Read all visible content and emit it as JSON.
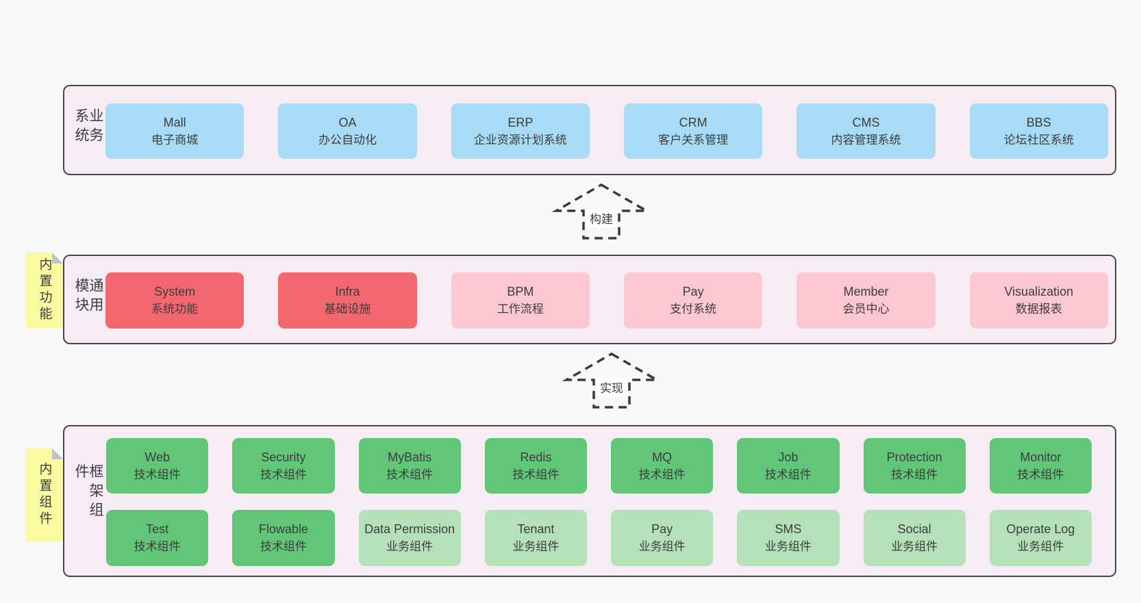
{
  "page": {
    "background": "#f8f8f8"
  },
  "palette": {
    "panel_bg": "#f6edf4",
    "panel_border": "#474747",
    "blue": "#a8dbf5",
    "red": "#f3686e",
    "pink": "#fbc7d1",
    "green": "#61c677",
    "light_green": "#b4e1ba",
    "sticky_yellow": "#fafaa0",
    "sticky_fold": "#c3c3c3",
    "text": "#3d3d3d",
    "arrow_stroke": "#3a3a3a"
  },
  "sections": [
    {
      "label": "业务系统",
      "sticky": null,
      "rows": [
        [
          {
            "name": "Mall",
            "subtitle": "电子商城",
            "variant": "blue"
          },
          {
            "name": "OA",
            "subtitle": "办公自动化",
            "variant": "blue"
          },
          {
            "name": "ERP",
            "subtitle": "企业资源计划系统",
            "variant": "blue"
          },
          {
            "name": "CRM",
            "subtitle": "客户关系管理",
            "variant": "blue"
          },
          {
            "name": "CMS",
            "subtitle": "内容管理系统",
            "variant": "blue"
          },
          {
            "name": "BBS",
            "subtitle": "论坛社区系统",
            "variant": "blue"
          }
        ]
      ]
    },
    {
      "label": "通用模块",
      "sticky": "内置功能",
      "rows": [
        [
          {
            "name": "System",
            "subtitle": "系统功能",
            "variant": "red"
          },
          {
            "name": "Infra",
            "subtitle": "基础设施",
            "variant": "red"
          },
          {
            "name": "BPM",
            "subtitle": "工作流程",
            "variant": "pink"
          },
          {
            "name": "Pay",
            "subtitle": "支付系统",
            "variant": "pink"
          },
          {
            "name": "Member",
            "subtitle": "会员中心",
            "variant": "pink"
          },
          {
            "name": "Visualization",
            "subtitle": "数据报表",
            "variant": "pink"
          }
        ]
      ]
    },
    {
      "label": "框架组件",
      "sticky": "内置组件",
      "rows": [
        [
          {
            "name": "Web",
            "subtitle": "技术组件",
            "variant": "green"
          },
          {
            "name": "Security",
            "subtitle": "技术组件",
            "variant": "green"
          },
          {
            "name": "MyBatis",
            "subtitle": "技术组件",
            "variant": "green"
          },
          {
            "name": "Redis",
            "subtitle": "技术组件",
            "variant": "green"
          },
          {
            "name": "MQ",
            "subtitle": "技术组件",
            "variant": "green"
          },
          {
            "name": "Job",
            "subtitle": "技术组件",
            "variant": "green"
          },
          {
            "name": "Protection",
            "subtitle": "技术组件",
            "variant": "green"
          },
          {
            "name": "Monitor",
            "subtitle": "技术组件",
            "variant": "green"
          }
        ],
        [
          {
            "name": "Test",
            "subtitle": "技术组件",
            "variant": "green"
          },
          {
            "name": "Flowable",
            "subtitle": "技术组件",
            "variant": "green"
          },
          {
            "name": "Data Permission",
            "subtitle": "业务组件",
            "variant": "light_green"
          },
          {
            "name": "Tenant",
            "subtitle": "业务组件",
            "variant": "light_green"
          },
          {
            "name": "Pay",
            "subtitle": "业务组件",
            "variant": "light_green"
          },
          {
            "name": "SMS",
            "subtitle": "业务组件",
            "variant": "light_green"
          },
          {
            "name": "Social",
            "subtitle": "业务组件",
            "variant": "light_green"
          },
          {
            "name": "Operate Log",
            "subtitle": "业务组件",
            "variant": "light_green"
          }
        ]
      ]
    }
  ],
  "arrows": [
    {
      "label": "构建"
    },
    {
      "label": "实现"
    }
  ]
}
